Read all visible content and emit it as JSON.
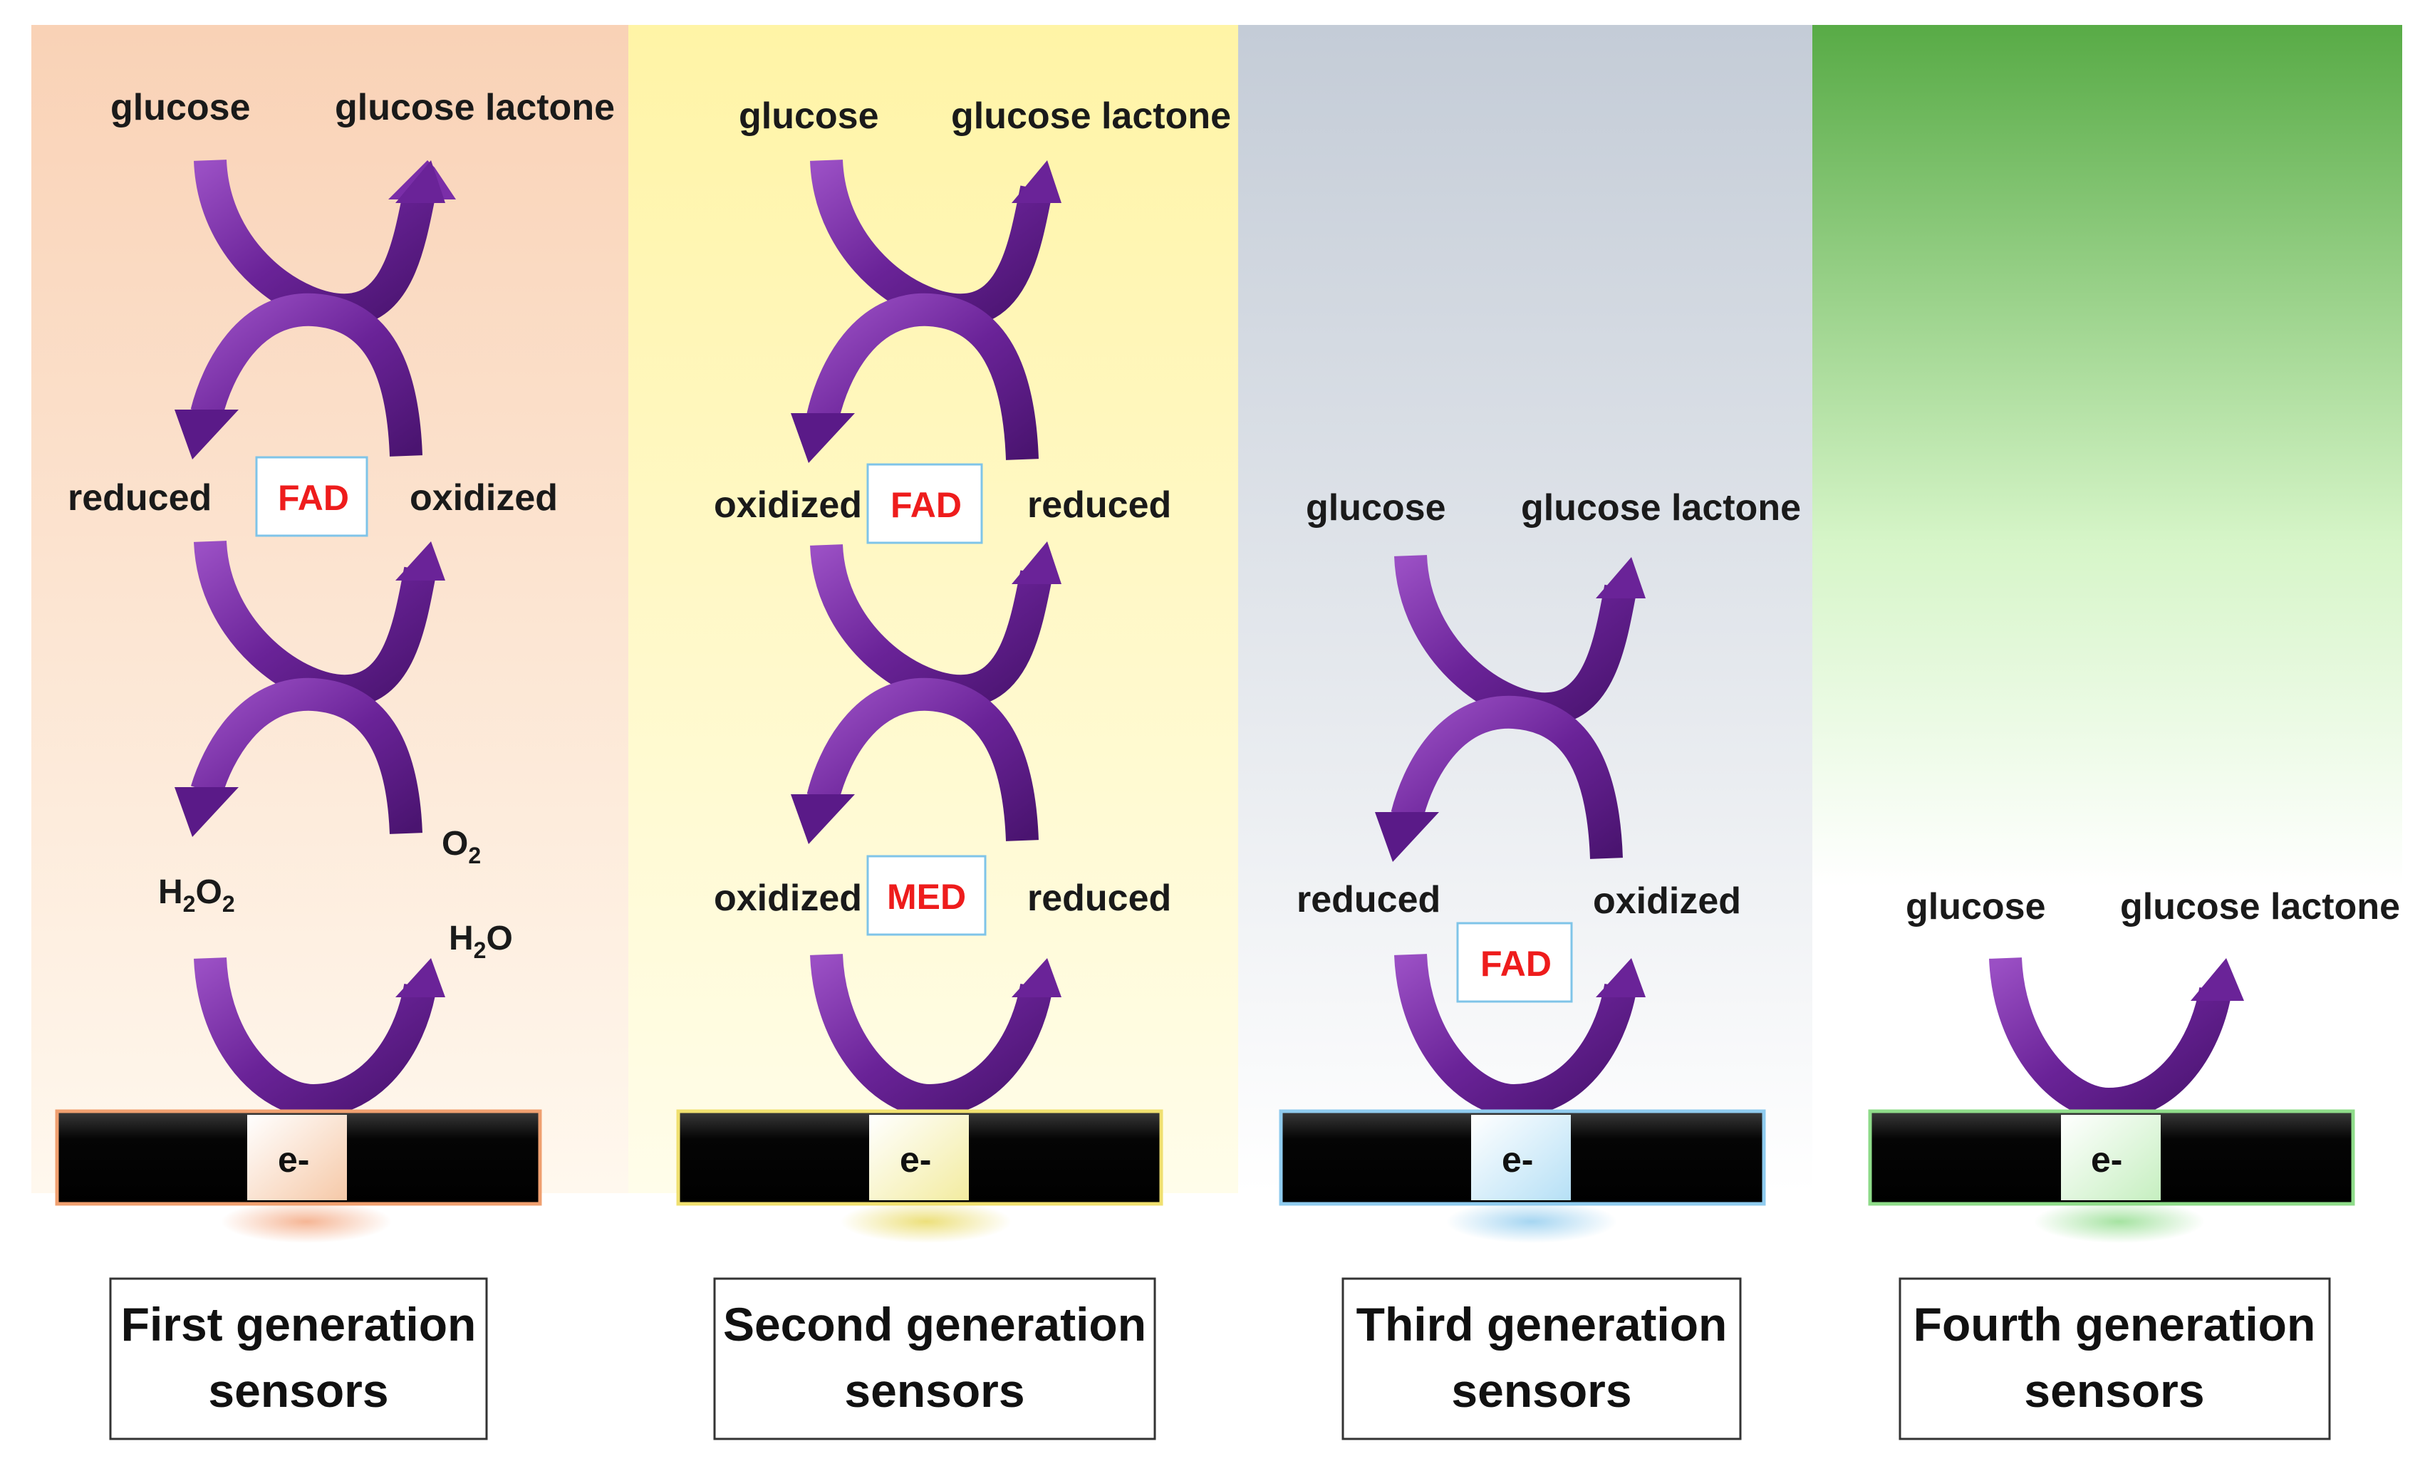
{
  "panels": [
    {
      "id": "first",
      "background": [
        "#f9d2b6",
        "#fff6ea"
      ],
      "glow": "#f3a37a",
      "labels": {
        "glucose": "glucose",
        "lactone": "glucose lactone",
        "left1": "reduced",
        "enzyme": "FAD",
        "right1": "oxidized",
        "h2o2_main": "H",
        "h2o2_sub1": "2",
        "h2o2_mid": "O",
        "h2o2_sub2": "2",
        "o2_main": "O",
        "o2_sub": "2",
        "h2o_main": "H",
        "h2o_sub": "2",
        "h2o_end": "O"
      },
      "electron": "e-",
      "caption": [
        "First generation",
        "sensors"
      ]
    },
    {
      "id": "second",
      "background": [
        "#fff4a6",
        "#fffde8"
      ],
      "glow": "#e8dc6a",
      "labels": {
        "glucose": "glucose",
        "lactone": "glucose lactone",
        "left1": "oxidized",
        "enzyme": "FAD",
        "right1": "reduced",
        "left2": "oxidized",
        "mediator": "MED",
        "right2": "reduced"
      },
      "electron": "e-",
      "caption": [
        "Second generation",
        "sensors"
      ]
    },
    {
      "id": "third",
      "background": [
        "#c7ced8",
        "#ffffff"
      ],
      "glow": "#8fcbee",
      "labels": {
        "glucose": "glucose",
        "lactone": "glucose lactone",
        "left1": "reduced",
        "enzyme": "FAD",
        "right1": "oxidized"
      },
      "electron": "e-",
      "caption": [
        "Third generation",
        "sensors"
      ]
    },
    {
      "id": "fourth",
      "background": [
        "#5aad4a",
        "#ffffff"
      ],
      "glow": "#8fdc8a",
      "labels": {
        "glucose": "glucose",
        "lactone": "glucose lactone"
      },
      "electron": "e-",
      "caption": [
        "Fourth generation",
        "sensors"
      ]
    }
  ],
  "colors": {
    "arrow_light": "#9a4fc4",
    "arrow_dark": "#4a1470",
    "enzyme_text": "#ee1c1c",
    "electrode": "#050505"
  }
}
